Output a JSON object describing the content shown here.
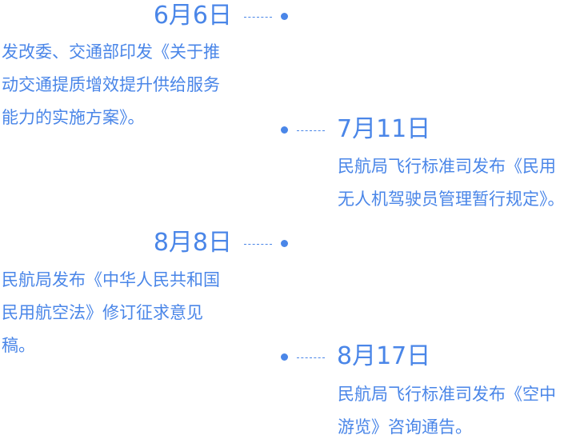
{
  "events": [
    {
      "date": "6月6日",
      "desc": "发改委、交通部印发《关于推动交通提质增效提升供给服务能力的实施方案》。"
    },
    {
      "date": "7月11日",
      "desc": "民航局飞行标准司发布《民用无人机驾驶员管理暂行规定》。"
    },
    {
      "date": "8月8日",
      "desc": "民航局发布《中华人民共和国民用航空法》修订征求意见稿。"
    },
    {
      "date": "8月17日",
      "desc": "民航局飞行标准司发布《空中游览》咨询通告。"
    }
  ],
  "colors": {
    "accent": "#4a86e8",
    "background": "#ffffff"
  }
}
